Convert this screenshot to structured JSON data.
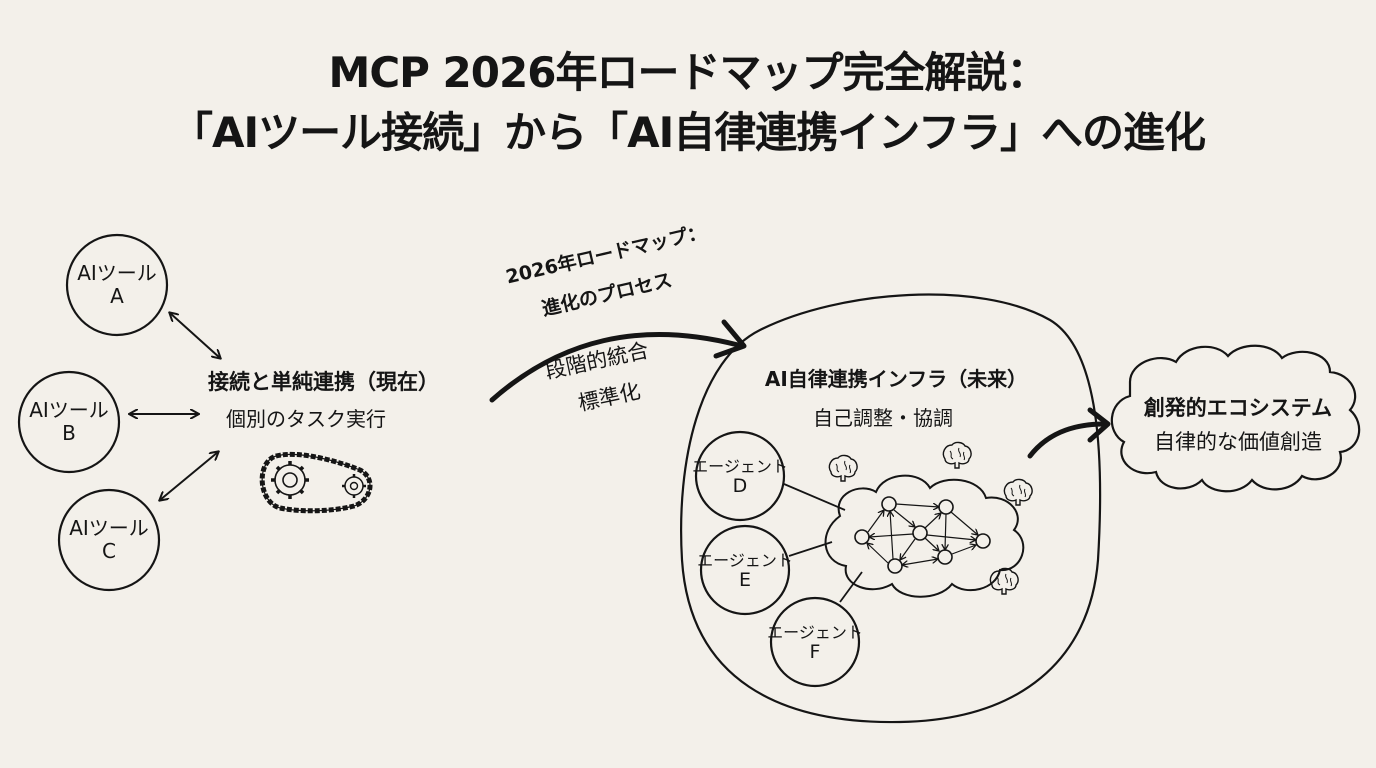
{
  "title": {
    "line1": "MCP 2026年ロードマップ完全解説：",
    "line2": "「AIツール接続」から「AI自律連携インフラ」への進化"
  },
  "current_stage": {
    "tools": [
      {
        "line1": "AIツール",
        "line2": "A"
      },
      {
        "line1": "AIツール",
        "line2": "B"
      },
      {
        "line1": "AIツール",
        "line2": "C"
      }
    ],
    "heading": "接続と単純連携（現在）",
    "subheading": "個別のタスク実行",
    "icon": "gear-chain-icon"
  },
  "roadmap_arrow": {
    "label_line1": "2026年ロードマップ：",
    "label_line2": "進化のプロセス",
    "sub_line1": "段階的統合",
    "sub_line2": "標準化"
  },
  "future_stage": {
    "heading": "AI自律連携インフラ（未来）",
    "subheading": "自己調整・協調",
    "agents": [
      {
        "line1": "エージェント",
        "line2": "D"
      },
      {
        "line1": "エージェント",
        "line2": "E"
      },
      {
        "line1": "エージェント",
        "line2": "F"
      }
    ],
    "network_icon": "network-cloud-icon",
    "decor_icon": "brain-icon"
  },
  "final_stage": {
    "heading": "創発的エコシステム",
    "subheading": "自律的な価値創造"
  },
  "colors": {
    "background": "#f3f0ea",
    "ink": "#151515"
  }
}
